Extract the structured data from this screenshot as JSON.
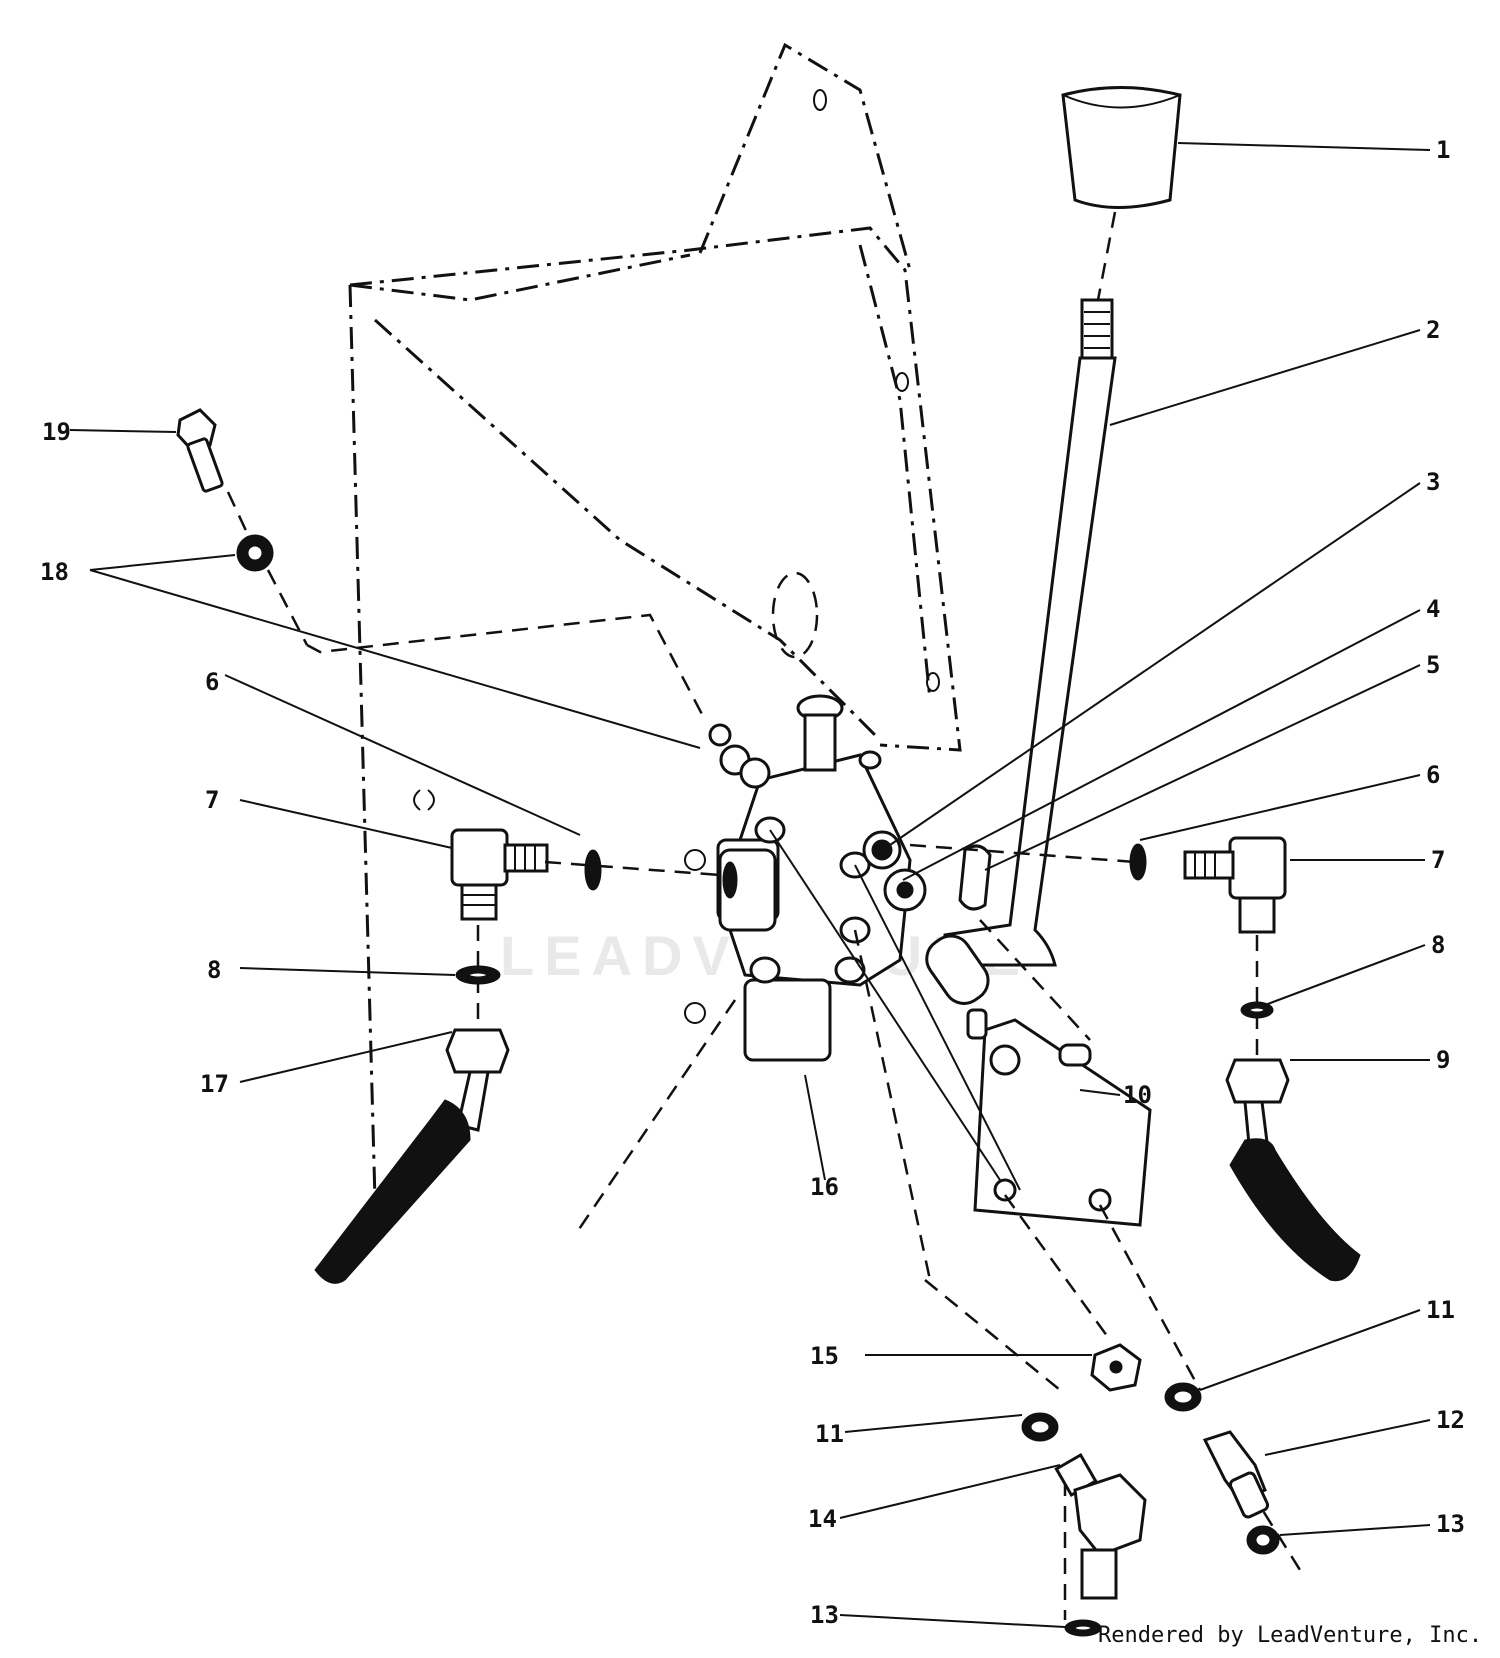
{
  "watermark": "LEADVENTURE",
  "credit": "Rendered by LeadVenture, Inc.",
  "callouts": [
    {
      "id": "1",
      "label": "1"
    },
    {
      "id": "2",
      "label": "2"
    },
    {
      "id": "3",
      "label": "3"
    },
    {
      "id": "4",
      "label": "4"
    },
    {
      "id": "5",
      "label": "5"
    },
    {
      "id": "6a",
      "label": "6"
    },
    {
      "id": "6b",
      "label": "6"
    },
    {
      "id": "7a",
      "label": "7"
    },
    {
      "id": "7b",
      "label": "7"
    },
    {
      "id": "8a",
      "label": "8"
    },
    {
      "id": "8b",
      "label": "8"
    },
    {
      "id": "9",
      "label": "9"
    },
    {
      "id": "10",
      "label": "10"
    },
    {
      "id": "11a",
      "label": "11"
    },
    {
      "id": "11b",
      "label": "11"
    },
    {
      "id": "12",
      "label": "12"
    },
    {
      "id": "13a",
      "label": "13"
    },
    {
      "id": "13b",
      "label": "13"
    },
    {
      "id": "14",
      "label": "14"
    },
    {
      "id": "15",
      "label": "15"
    },
    {
      "id": "16",
      "label": "16"
    },
    {
      "id": "17",
      "label": "17"
    },
    {
      "id": "18",
      "label": "18"
    },
    {
      "id": "19",
      "label": "19"
    }
  ]
}
